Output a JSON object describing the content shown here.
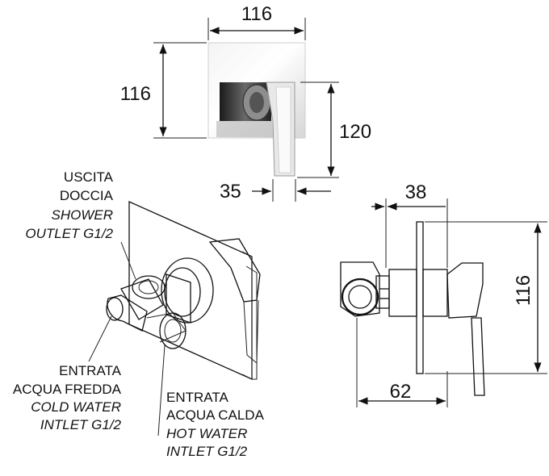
{
  "dimensions": {
    "front_width": "116",
    "front_height": "116",
    "lever_height": "120",
    "lever_width": "35",
    "side_plate_offset": "38",
    "side_height": "116",
    "side_depth": "62"
  },
  "labels": {
    "shower_outlet": [
      "USCITA",
      "DOCCIA",
      "SHOWER",
      "OUTLET G1/2"
    ],
    "cold_inlet": [
      "ENTRATA",
      "ACQUA FREDDA",
      "COLD WATER",
      "INTLET G1/2"
    ],
    "hot_inlet": [
      "ENTRATA",
      "ACQUA CALDA",
      "HOT WATER",
      "INTLET G1/2"
    ]
  }
}
